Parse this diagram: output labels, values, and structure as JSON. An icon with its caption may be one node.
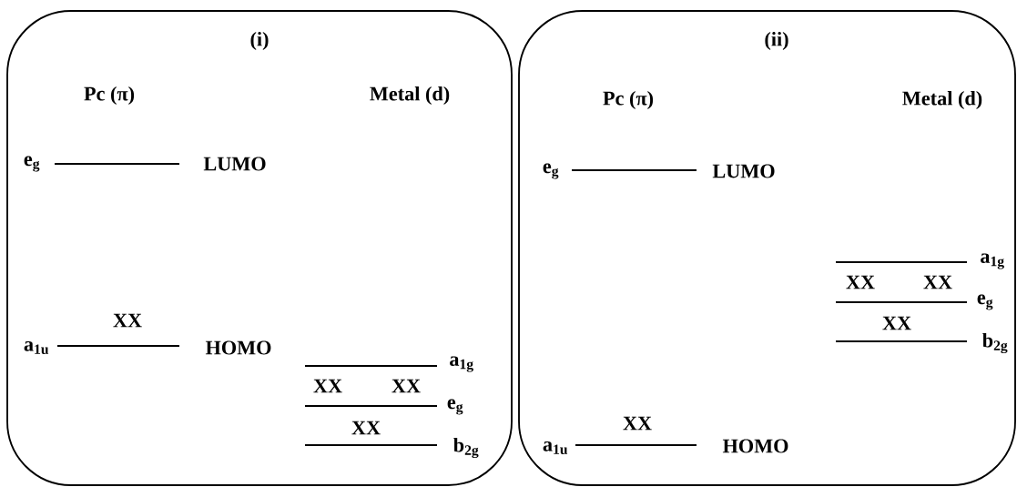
{
  "diagram": {
    "nodes": [
      {
        "text": [
          "(i)"
        ]
      },
      {
        "text": [
          "(ii)"
        ]
      }
    ],
    "labels": [
      "Pc (π)",
      "Metal (d)",
      "e$_{g}$",
      "LUMO",
      "XX",
      "a$_{1u}$",
      "HOMO",
      "a$_{1g}$",
      "XX",
      "XX",
      "e$_{g}$",
      "XX",
      "b$_{2g}$",
      "Pc (π)",
      "Metal (d)",
      "e$_{g}$",
      "LUMO",
      "a$_{1g}$",
      "XX",
      "XX",
      "e$_{g}$",
      "XX",
      "b$_{2g}$",
      "XX",
      "a$_{1u}$",
      "HOMO"
    ]
  }
}
